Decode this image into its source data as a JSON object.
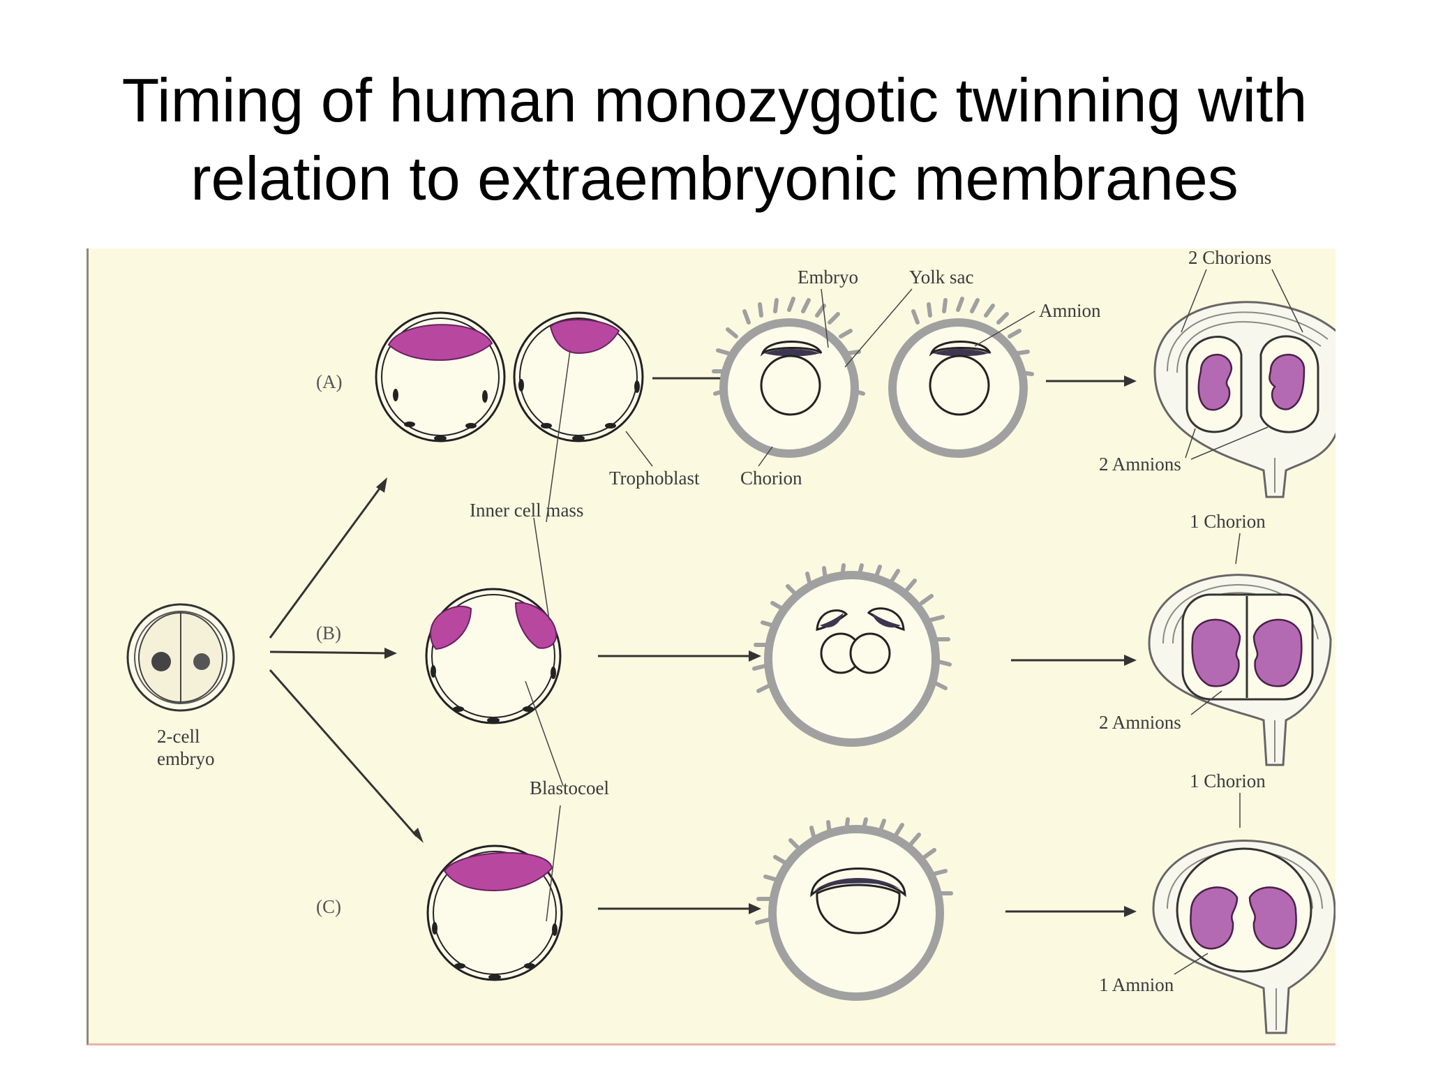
{
  "slide": {
    "title_line1": "Timing of human monozygotic twinning with",
    "title_line2": "relation to extraembryonic membranes"
  },
  "figure": {
    "row_labels": [
      "(A)",
      "(B)",
      "(C)"
    ],
    "two_cell_label_line1": "2-cell",
    "two_cell_label_line2": "embryo",
    "labels": {
      "embryo": "Embryo",
      "yolk_sac": "Yolk sac",
      "amnion": "Amnion",
      "trophoblast": "Trophoblast",
      "chorion": "Chorion",
      "inner_cell_mass": "Inner cell mass",
      "blastocoel": "Blastocoel",
      "a_chorions": "2 Chorions",
      "a_amnions": "2 Amnions",
      "b_chorion": "1 Chorion",
      "b_amnions": "2 Amnions",
      "c_chorion": "1 Chorion",
      "c_amnion": "1 Amnion"
    },
    "colors": {
      "panel_background": "#fcf9e1",
      "inner_cell_mass": "#b8489f",
      "fetus": "#b46ab2",
      "chorion": "#a0a0a0"
    }
  }
}
